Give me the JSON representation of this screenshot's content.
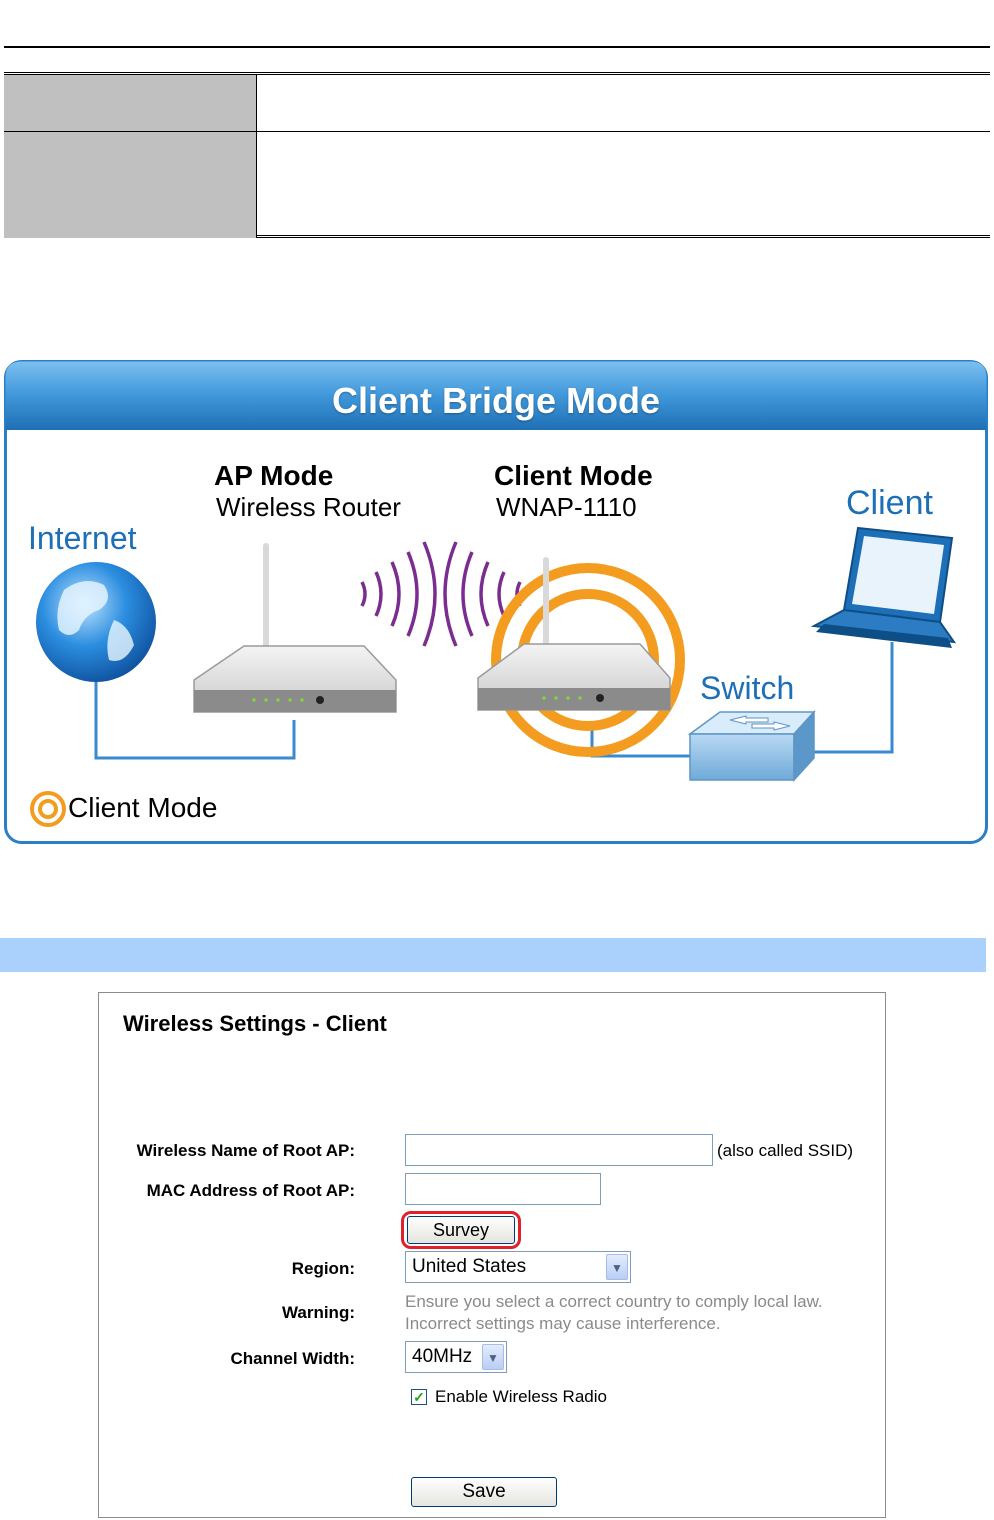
{
  "diagram": {
    "title": "Client Bridge Mode",
    "internet_label": "Internet",
    "ap_mode_label": "AP Mode",
    "router_label": "Wireless Router",
    "client_mode_label": "Client Mode",
    "device_label": "WNAP-1110",
    "client_label": "Client",
    "switch_label": "Switch",
    "legend_label": "Client Mode"
  },
  "panel": {
    "title": "Wireless Settings - Client",
    "ssid_label": "Wireless Name of Root AP:",
    "ssid_value": "",
    "ssid_hint": "(also called SSID)",
    "mac_label": "MAC Address of Root AP:",
    "mac_value": "",
    "survey_button": "Survey",
    "region_label": "Region:",
    "region_value": "United States",
    "warning_label": "Warning:",
    "warning_line1": "Ensure you select a correct country to comply local law.",
    "warning_line2": "Incorrect settings may cause interference.",
    "channel_width_label": "Channel Width:",
    "channel_width_value": "40MHz",
    "enable_radio_label": "Enable Wireless Radio",
    "enable_radio_checked": true,
    "save_button": "Save"
  },
  "colors": {
    "band": "#a9d1fb",
    "diagram_blue": "#1d6fb7",
    "highlight_orange": "#f39c1f",
    "survey_highlight": "#e0202a"
  }
}
